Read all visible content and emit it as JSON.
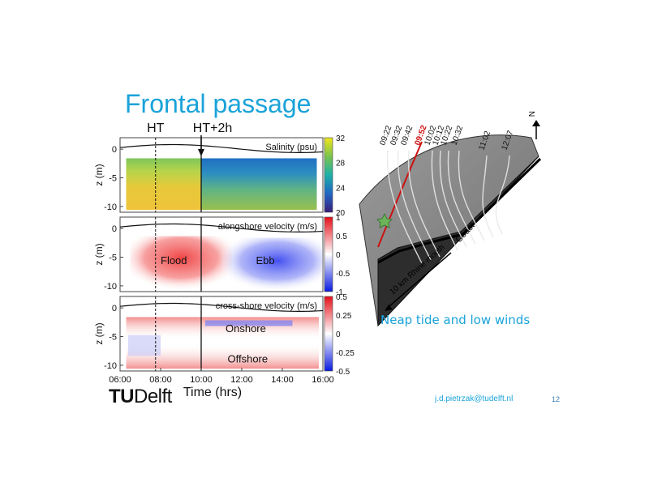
{
  "slide": {
    "title": "Frontal passage",
    "caption": "Neap tide and low winds",
    "email": "j.d.pietrzak@tudelft.nl",
    "page_number": "12",
    "logo": {
      "bold": "TU",
      "rest": "Delft"
    }
  },
  "colors": {
    "accent": "#1aa3d9",
    "salinity_scale": [
      "#3a1e7a",
      "#2166c3",
      "#1db0a8",
      "#7ac44c",
      "#f1e51d"
    ],
    "velocity_scale": [
      "#0a1be0",
      "#ffffff",
      "#e5101a"
    ]
  },
  "chart_data": [
    {
      "type": "heatmap",
      "title": "Salinity (psu)",
      "ylabel": "z (m)",
      "xlabel": "",
      "xlim": [
        "06:00",
        "16:00"
      ],
      "ylim": [
        -11,
        2
      ],
      "yticks": [
        {
          "value": 0,
          "label": "0"
        },
        {
          "value": -5,
          "label": "-5"
        },
        {
          "value": -10,
          "label": "-10"
        }
      ],
      "colorbar": {
        "range": [
          20,
          32
        ],
        "ticks": [
          {
            "value": 32,
            "label": "32"
          },
          {
            "value": 28,
            "label": "28"
          },
          {
            "value": 24,
            "label": "24"
          },
          {
            "value": 20,
            "label": "20"
          }
        ]
      },
      "markers": [
        {
          "time": "HT",
          "label": "HT",
          "x": 7.75,
          "style": "dashed"
        },
        {
          "time": "HT+2h",
          "label": "HT+2h",
          "x": 10.0,
          "style": "solid"
        }
      ],
      "annotations": []
    },
    {
      "type": "heatmap",
      "title": "alongshore velocity (m/s)",
      "ylabel": "z (m)",
      "xlabel": "",
      "xlim": [
        "06:00",
        "16:00"
      ],
      "ylim": [
        -11,
        2
      ],
      "yticks": [
        {
          "value": 0,
          "label": "0"
        },
        {
          "value": -5,
          "label": "-5"
        },
        {
          "value": -10,
          "label": "-10"
        }
      ],
      "colorbar": {
        "range": [
          -1,
          1
        ],
        "ticks": [
          {
            "value": 1,
            "label": "1"
          },
          {
            "value": 0.5,
            "label": "0.5"
          },
          {
            "value": 0,
            "label": "0"
          },
          {
            "value": -0.5,
            "label": "-0.5"
          },
          {
            "value": -1,
            "label": "-1"
          }
        ]
      },
      "annotations": [
        {
          "label": "Flood",
          "x": 8.0,
          "z": -5.5
        },
        {
          "label": "Ebb",
          "x": 12.7,
          "z": -5.5
        }
      ]
    },
    {
      "type": "heatmap",
      "title": "cross-shore velocity (m/s)",
      "ylabel": "z (m)",
      "xlabel": "Time (hrs)",
      "xlim": [
        "06:00",
        "16:00"
      ],
      "ylim": [
        -11,
        2
      ],
      "xticks": [
        "06:00",
        "08:00",
        "10:00",
        "12:00",
        "14:00",
        "16:00"
      ],
      "yticks": [
        {
          "value": 0,
          "label": "0"
        },
        {
          "value": -5,
          "label": "-5"
        },
        {
          "value": -10,
          "label": "-10"
        }
      ],
      "colorbar": {
        "range": [
          -0.5,
          0.5
        ],
        "ticks": [
          {
            "value": 0.5,
            "label": "0.5"
          },
          {
            "value": 0.25,
            "label": "0.25"
          },
          {
            "value": 0,
            "label": "0"
          },
          {
            "value": -0.25,
            "label": "-0.25"
          },
          {
            "value": -0.5,
            "label": "-0.5"
          }
        ]
      },
      "annotations": [
        {
          "label": "Onshore",
          "x": 11.2,
          "z": -3.5
        },
        {
          "label": "Offshore",
          "x": 11.3,
          "z": -8.8
        }
      ]
    }
  ],
  "map": {
    "time_labels": [
      {
        "label": "09:22",
        "highlight": false
      },
      {
        "label": "09:32",
        "highlight": false
      },
      {
        "label": "09:42",
        "highlight": false
      },
      {
        "label": "09:52",
        "highlight": true
      },
      {
        "label": "10:02",
        "highlight": false
      },
      {
        "label": "10:12",
        "highlight": false
      },
      {
        "label": "10:22",
        "highlight": false
      },
      {
        "label": "10:32",
        "highlight": false
      },
      {
        "label": "11:02",
        "highlight": false
      },
      {
        "label": "12:07",
        "highlight": false
      }
    ],
    "north_label": "N",
    "coast_label": "Coast",
    "scale_label": "10 km Rhine mouth"
  }
}
